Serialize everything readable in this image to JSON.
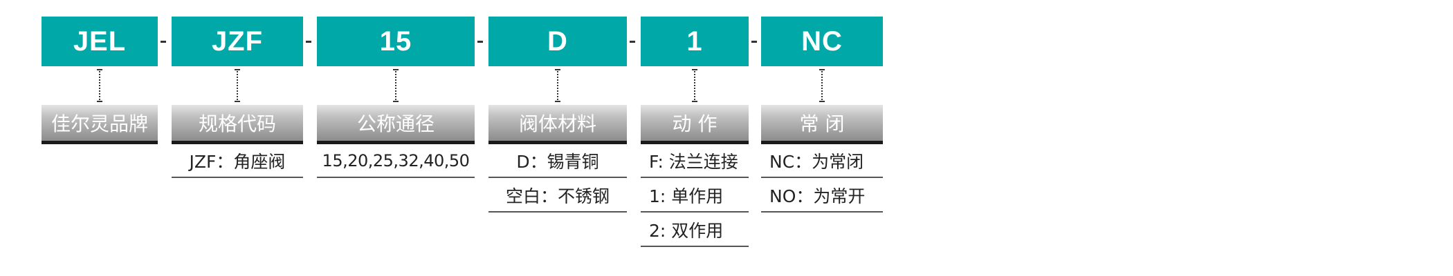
{
  "segments": [
    {
      "code": "JEL",
      "category": "佳尔灵品牌",
      "options": []
    },
    {
      "code": "JZF",
      "category": "规格代码",
      "options": [
        "JZF：角座阀"
      ]
    },
    {
      "code": "15",
      "category": "公称通径",
      "options": [
        "15,20,25,32,40,50"
      ]
    },
    {
      "code": "D",
      "category": "阀体材料",
      "options": [
        "D：锡青铜",
        "空白：不锈钢"
      ]
    },
    {
      "code": "1",
      "category": "动 作",
      "options": [
        "F: 法兰连接",
        "1: 单作用",
        "2: 双作用"
      ]
    },
    {
      "code": "NC",
      "category": "常 闭",
      "options": [
        "NC：为常闭",
        "NO：为常开"
      ]
    }
  ],
  "separator": "-",
  "colors": {
    "code_box": "#00a9a8",
    "category_gradient_top": "#e4e4e4",
    "category_gradient_bottom": "#8c8c8c",
    "category_underline": "#1a1a1a"
  }
}
